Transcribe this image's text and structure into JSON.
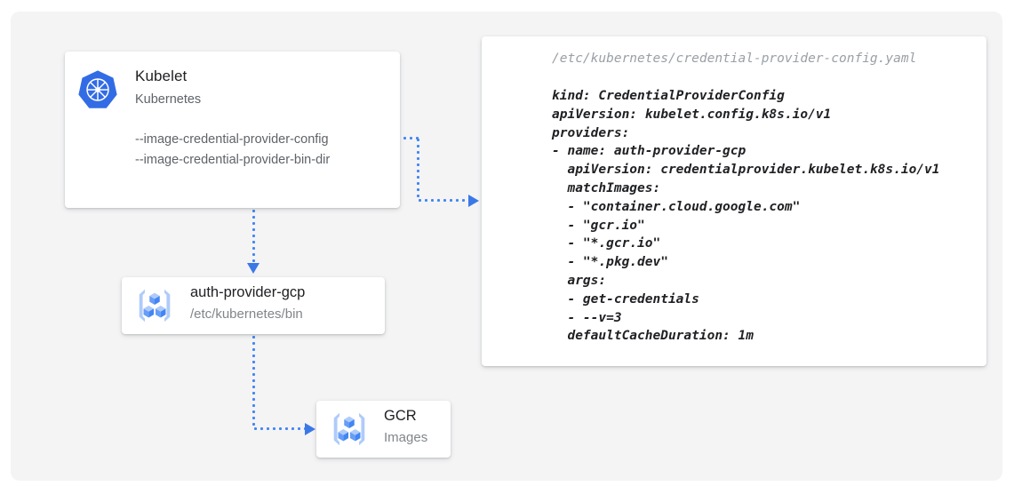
{
  "diagram": {
    "background_color": "#f4f4f5",
    "accent_color": "#4285f4",
    "kubelet_card": {
      "icon": "kubernetes-helm-icon",
      "title": "Kubelet",
      "subtitle": "Kubernetes",
      "flags": "--image-credential-provider-config\n--image-credential-provider-bin-dir"
    },
    "provider_card": {
      "icon": "container-registry-icon",
      "title": "auth-provider-gcp",
      "subtitle": "/etc/kubernetes/bin"
    },
    "gcr_card": {
      "icon": "container-registry-icon",
      "title": "GCR",
      "subtitle": "Images"
    },
    "code_card": {
      "path": "/etc/kubernetes/credential-provider-config.yaml",
      "code": "kind: CredentialProviderConfig\napiVersion: kubelet.config.k8s.io/v1\nproviders:\n- name: auth-provider-gcp\n  apiVersion: credentialprovider.kubelet.k8s.io/v1\n  matchImages:\n  - \"container.cloud.google.com\"\n  - \"gcr.io\"\n  - \"*.gcr.io\"\n  - \"*.pkg.dev\"\n  args:\n  - get-credentials\n  - --v=3\n  defaultCacheDuration: 1m"
    },
    "connectors": [
      {
        "name": "kubelet-to-config",
        "style": "dotted",
        "arrow": "right"
      },
      {
        "name": "kubelet-to-provider",
        "style": "dotted",
        "arrow": "down"
      },
      {
        "name": "provider-to-gcr",
        "style": "dotted",
        "arrow": "right"
      }
    ]
  }
}
